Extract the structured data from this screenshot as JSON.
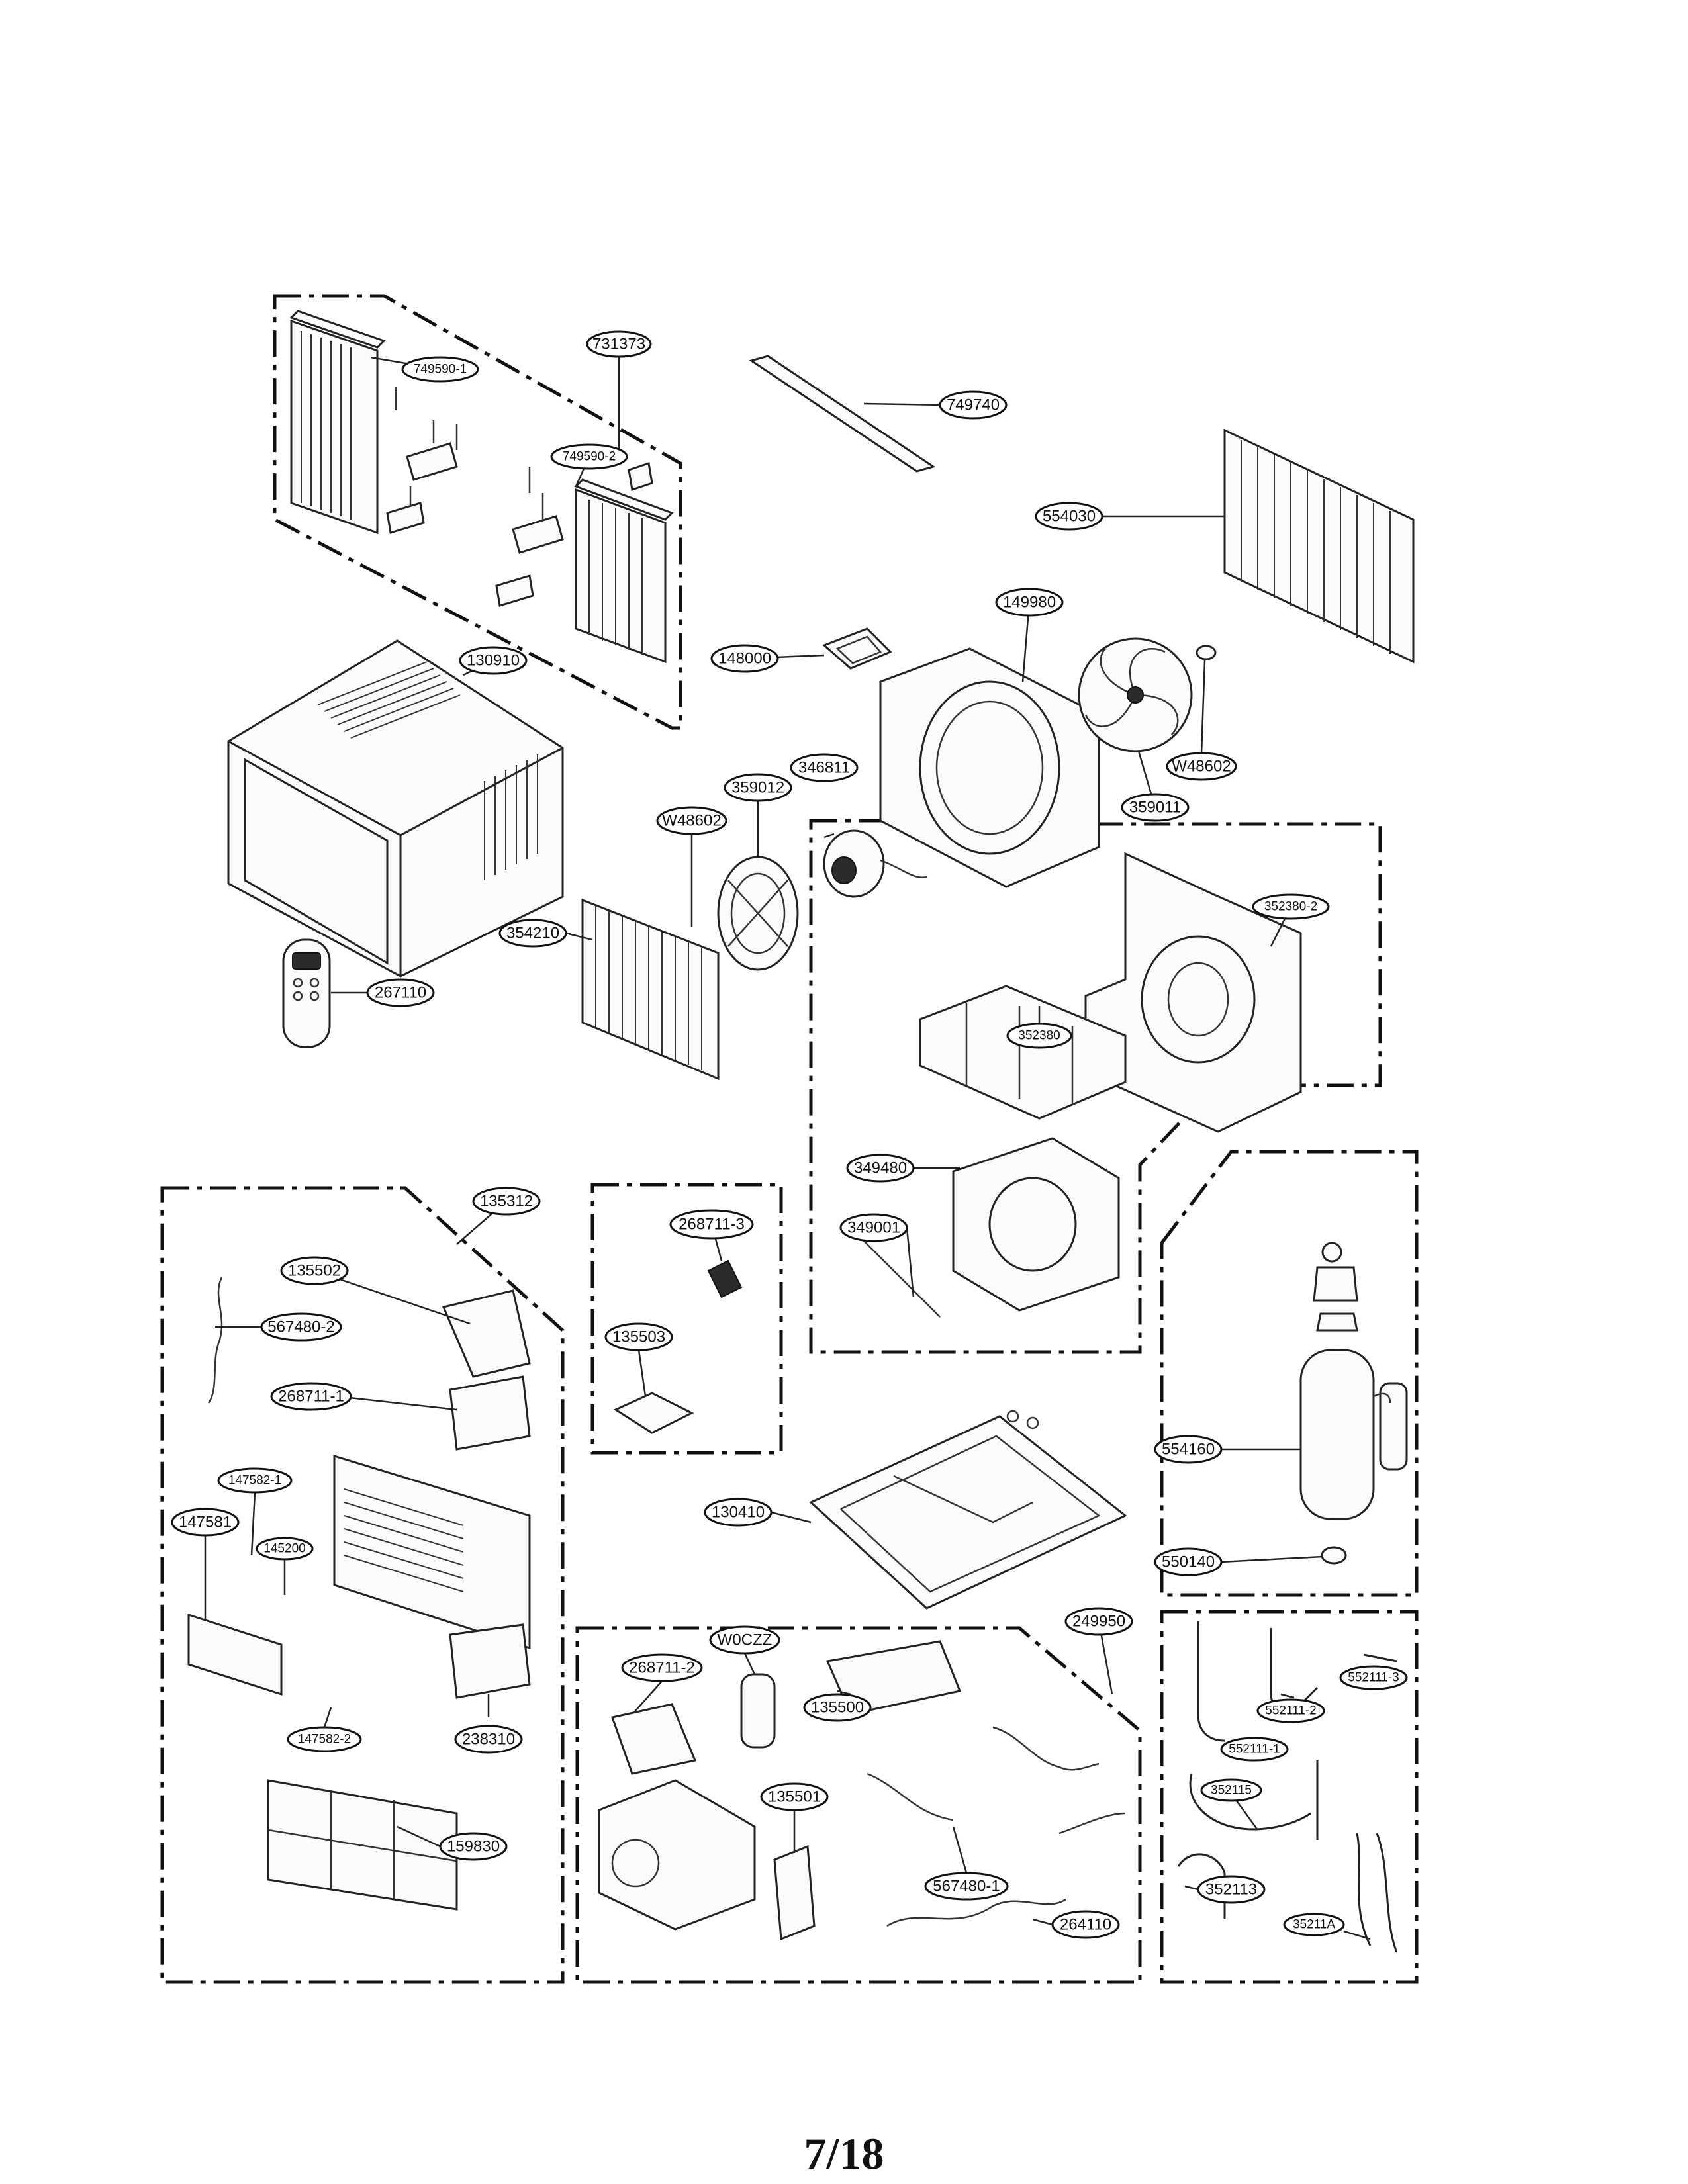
{
  "page": {
    "number": "7/18"
  },
  "callouts": [
    {
      "id": "c1",
      "label": "731373"
    },
    {
      "id": "c2",
      "label": "749590-1"
    },
    {
      "id": "c3",
      "label": "749590-2"
    },
    {
      "id": "c4",
      "label": "749740"
    },
    {
      "id": "c5",
      "label": "554030"
    },
    {
      "id": "c6",
      "label": "149980"
    },
    {
      "id": "c7",
      "label": "148000"
    },
    {
      "id": "c8",
      "label": "130910"
    },
    {
      "id": "c9",
      "label": "346811"
    },
    {
      "id": "c10",
      "label": "359012"
    },
    {
      "id": "c11",
      "label": "W48602"
    },
    {
      "id": "c12",
      "label": "W48602"
    },
    {
      "id": "c13",
      "label": "359011"
    },
    {
      "id": "c14",
      "label": "352380-2"
    },
    {
      "id": "c15",
      "label": "354210"
    },
    {
      "id": "c16",
      "label": "267110"
    },
    {
      "id": "c17",
      "label": "352380"
    },
    {
      "id": "c18",
      "label": "349480"
    },
    {
      "id": "c19",
      "label": "349001"
    },
    {
      "id": "c20",
      "label": "135312"
    },
    {
      "id": "c21",
      "label": "268711-3"
    },
    {
      "id": "c22",
      "label": "135502"
    },
    {
      "id": "c23",
      "label": "567480-2"
    },
    {
      "id": "c24",
      "label": "135503"
    },
    {
      "id": "c25",
      "label": "268711-1"
    },
    {
      "id": "c26",
      "label": "554160"
    },
    {
      "id": "c27",
      "label": "147582-1"
    },
    {
      "id": "c28",
      "label": "147581"
    },
    {
      "id": "c29",
      "label": "145200"
    },
    {
      "id": "c30",
      "label": "130410"
    },
    {
      "id": "c31",
      "label": "550140"
    },
    {
      "id": "c32",
      "label": "249950"
    },
    {
      "id": "c33",
      "label": "147582-2"
    },
    {
      "id": "c34",
      "label": "238310"
    },
    {
      "id": "c35",
      "label": "W0CZZ"
    },
    {
      "id": "c36",
      "label": "268711-2"
    },
    {
      "id": "c37",
      "label": "135500"
    },
    {
      "id": "c38",
      "label": "552111-3"
    },
    {
      "id": "c39",
      "label": "552111-2"
    },
    {
      "id": "c40",
      "label": "552111-1"
    },
    {
      "id": "c41",
      "label": "352115"
    },
    {
      "id": "c42",
      "label": "159830"
    },
    {
      "id": "c43",
      "label": "135501"
    },
    {
      "id": "c44",
      "label": "567480-1"
    },
    {
      "id": "c45",
      "label": "352113"
    },
    {
      "id": "c46",
      "label": "35211A"
    },
    {
      "id": "c47",
      "label": "264110"
    }
  ]
}
